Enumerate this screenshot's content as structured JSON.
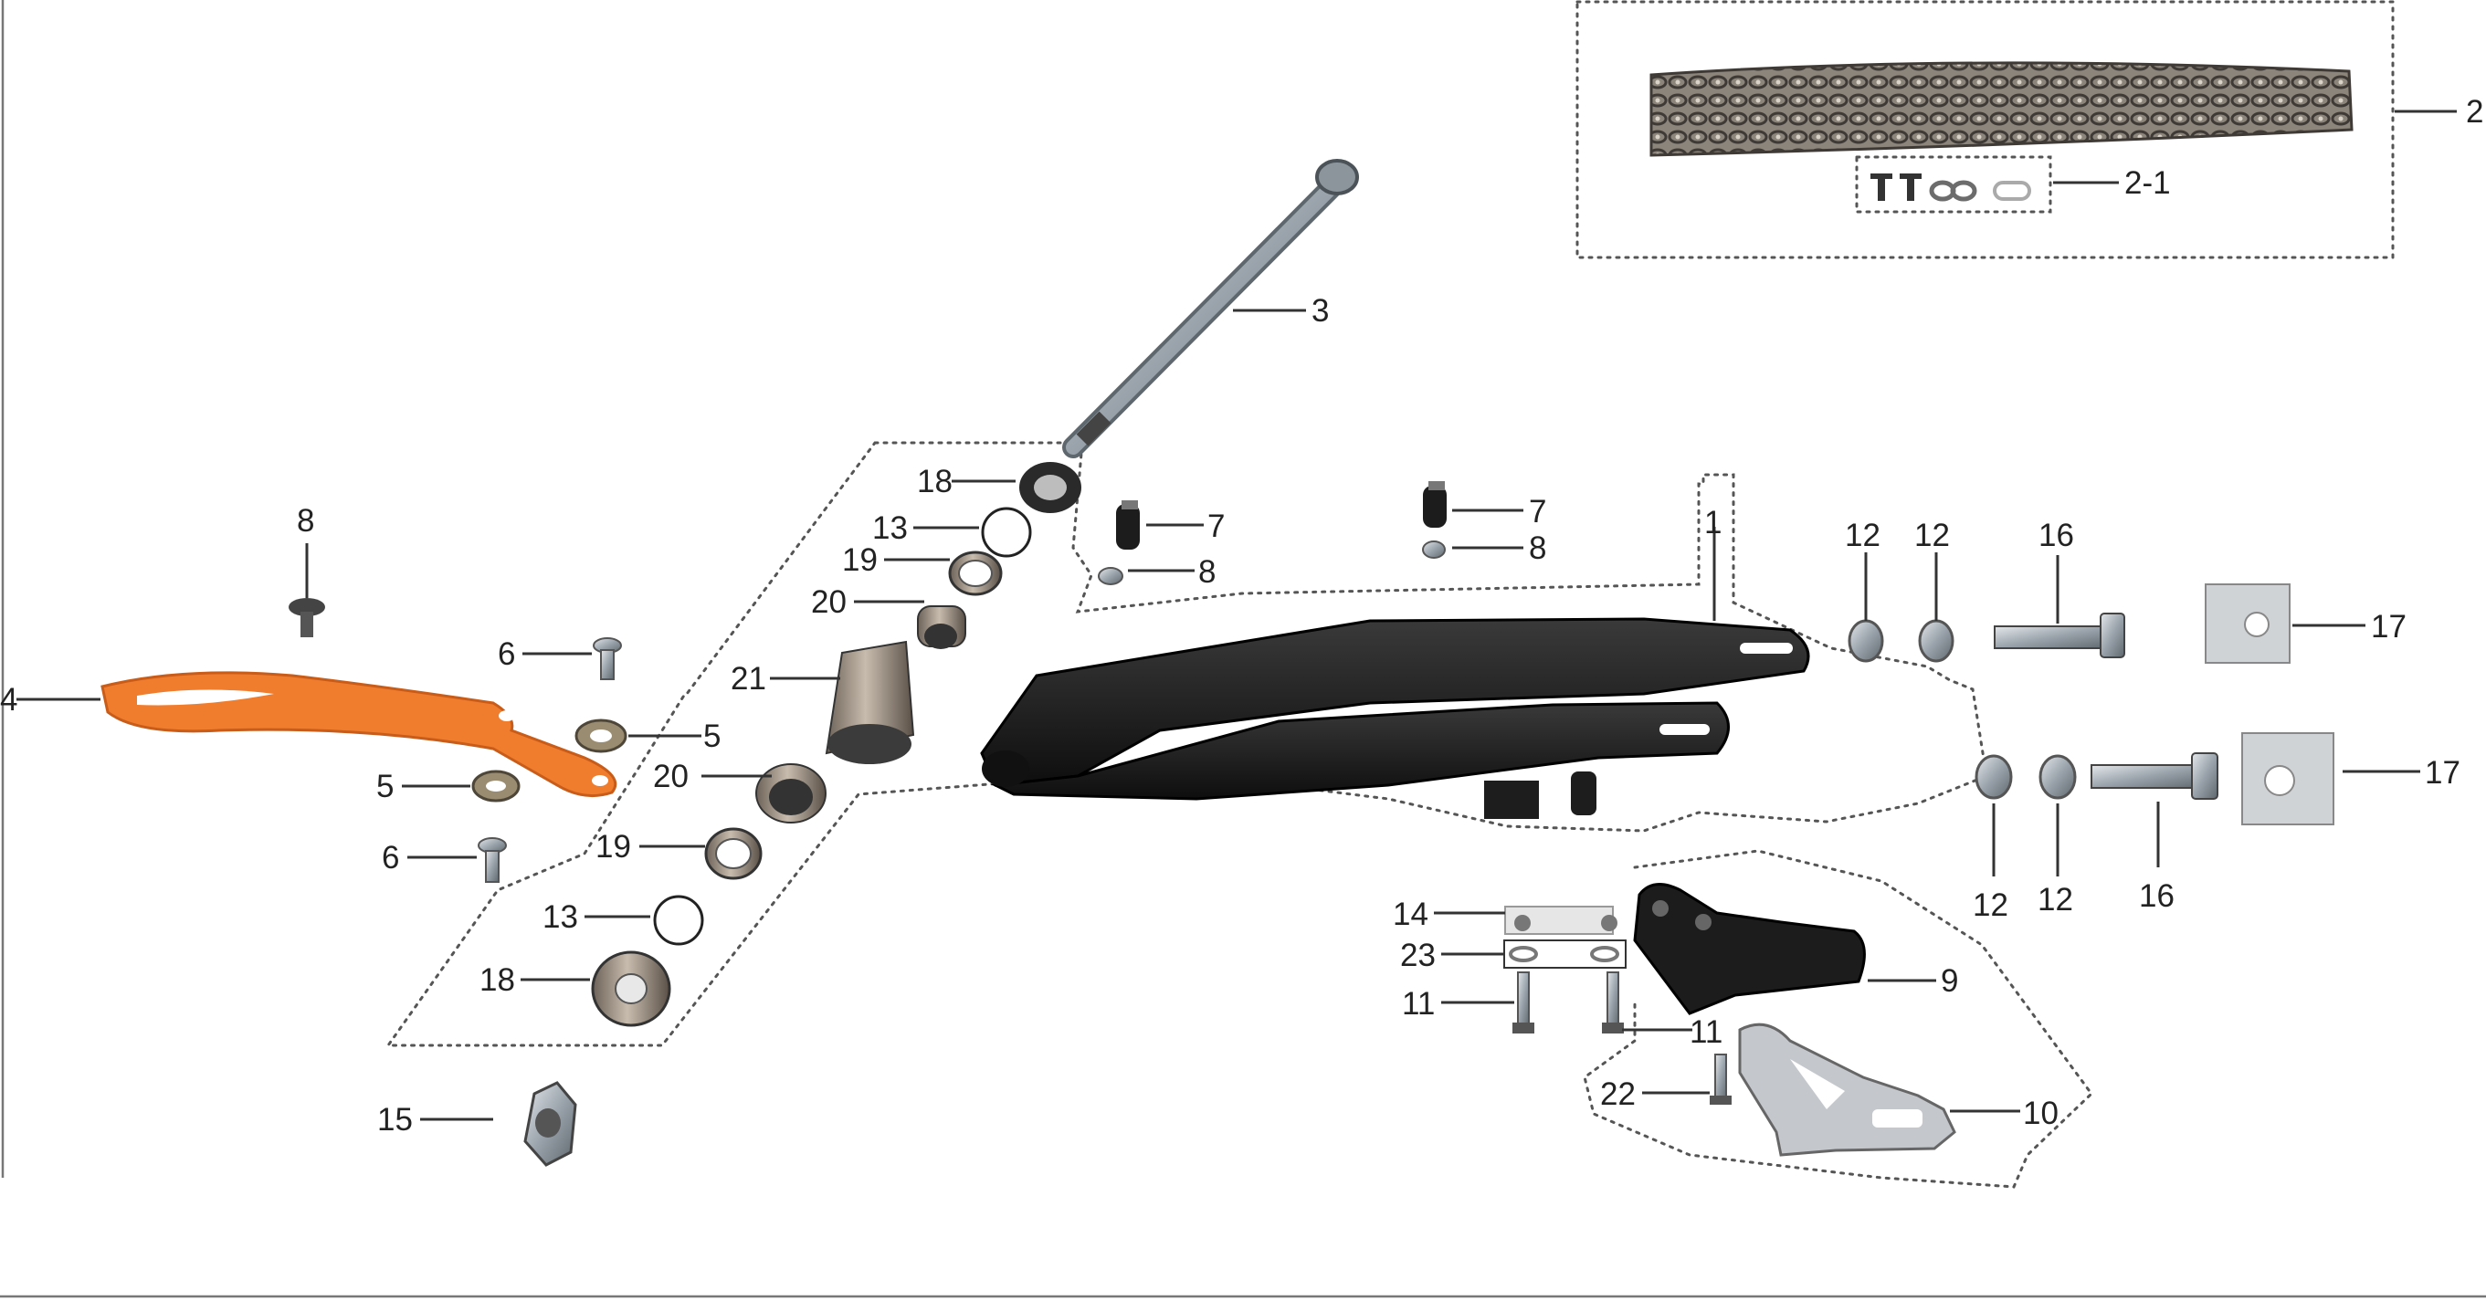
{
  "diagram": {
    "callouts": {
      "c1": "1",
      "c2": "2",
      "c2_1": "2-1",
      "c3": "3",
      "c4": "4",
      "c5a": "5",
      "c5b": "5",
      "c6a": "6",
      "c6b": "6",
      "c7a": "7",
      "c7b": "7",
      "c8a": "8",
      "c8b": "8",
      "c8c": "8",
      "c9": "9",
      "c10": "10",
      "c11a": "11",
      "c11b": "11",
      "c12a": "12",
      "c12b": "12",
      "c12c": "12",
      "c12d": "12",
      "c13a": "13",
      "c13b": "13",
      "c14": "14",
      "c15": "15",
      "c16a": "16",
      "c16b": "16",
      "c17a": "17",
      "c17b": "17",
      "c18a": "18",
      "c18b": "18",
      "c19a": "19",
      "c19b": "19",
      "c20a": "20",
      "c20b": "20",
      "c21": "21",
      "c22": "22",
      "c23": "23"
    },
    "colors": {
      "chain_slider": "#f07c2e",
      "swingarm": "#1c1c1c",
      "metal": "#9aa3ab",
      "chain": "#6b6660"
    }
  }
}
